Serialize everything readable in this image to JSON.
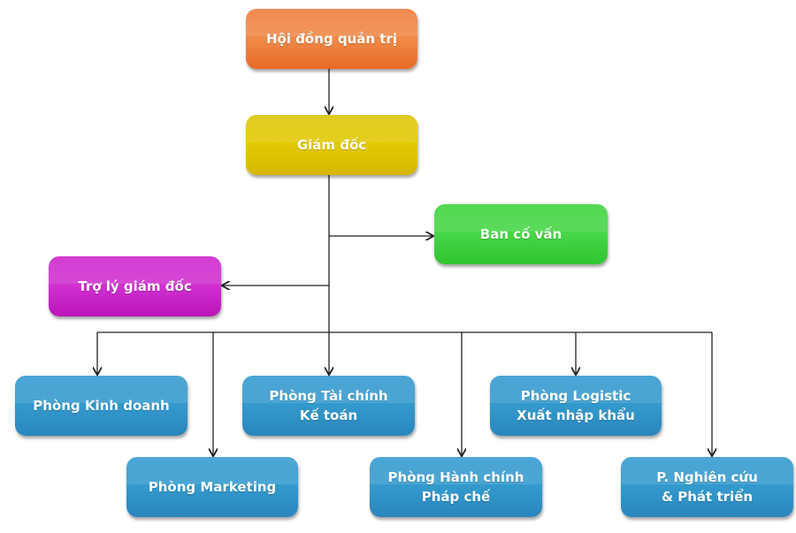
{
  "nodes": {
    "board": "Hội đồng quản trị",
    "director": "Giám đốc",
    "advisory": "Ban cố vấn",
    "assistant": "Trợ lý giám đốc",
    "sales": "Phòng Kinh doanh",
    "finance_1": "Phòng Tài chính",
    "finance_2": "Kế toán",
    "logistics_1": "Phòng Logistic",
    "logistics_2": "Xuất nhập khẩu",
    "marketing": "Phòng Marketing",
    "admin_1": "Phòng Hành chính",
    "admin_2": "Pháp chế",
    "rnd_1": "P. Nghiên cứu",
    "rnd_2": "& Phát triển"
  },
  "colors": {
    "board": "#ee7a3a",
    "director": "#dcc300",
    "advisory": "#3cd43c",
    "assistant": "#cc22cc",
    "departments": "#3399cc"
  }
}
